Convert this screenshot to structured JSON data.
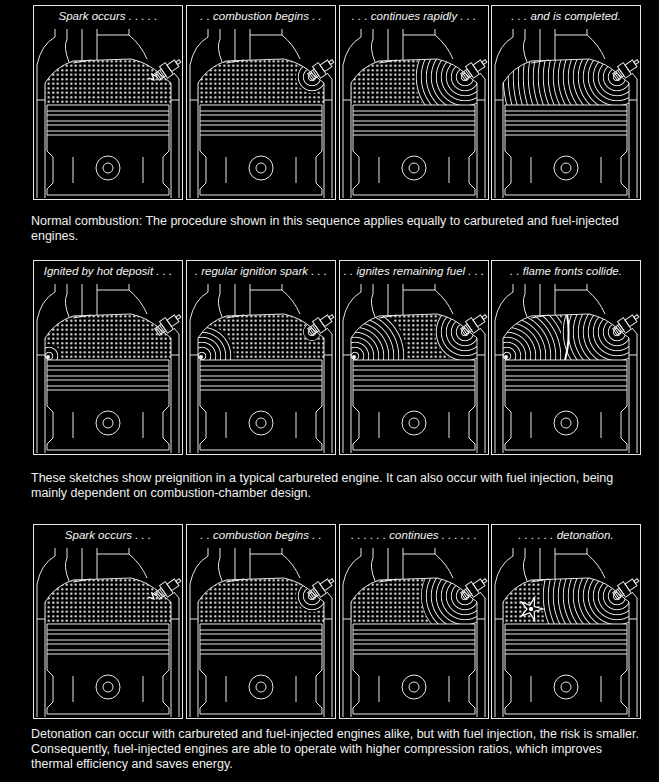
{
  "diagram": {
    "nodes": [
      {
        "text": [
          "Spark occurs . . . . ."
        ]
      },
      {
        "text": [
          ". . combustion begins . ."
        ]
      },
      {
        "text": [
          ". . . continues rapidly . . ."
        ]
      },
      {
        "text": [
          ". . . and is completed."
        ]
      },
      {
        "text": [
          "Ignited by hot deposit . . ."
        ]
      },
      {
        "text": [
          ". regular ignition spark . . ."
        ]
      },
      {
        "text": [
          ". . ignites remaining fuel . . ."
        ]
      },
      {
        "text": [
          ". . flame fronts collide."
        ]
      },
      {
        "text": [
          "Spark occurs . . ."
        ]
      },
      {
        "text": [
          ". . combustion begins . ."
        ]
      },
      {
        "text": [
          ". . . . . . continues . . . . . ."
        ]
      },
      {
        "text": [
          ". . . . . . detonation."
        ]
      }
    ],
    "labels": [
      "Normal combustion: The procedure shown in this sequence applies equally to carbureted and fuel-injected engines.",
      "These sketches show preignition in a typical carbureted engine. It can also occur with fuel injection, being mainly dependent on combustion-chamber design.",
      "Detonation can occur with carbureted and fuel-injected engines alike, but with fuel injection, the risk is smaller. Consequently, fuel-injected engines are able to operate with higher compression ratios, which improves thermal efficiency and saves energy."
    ]
  }
}
